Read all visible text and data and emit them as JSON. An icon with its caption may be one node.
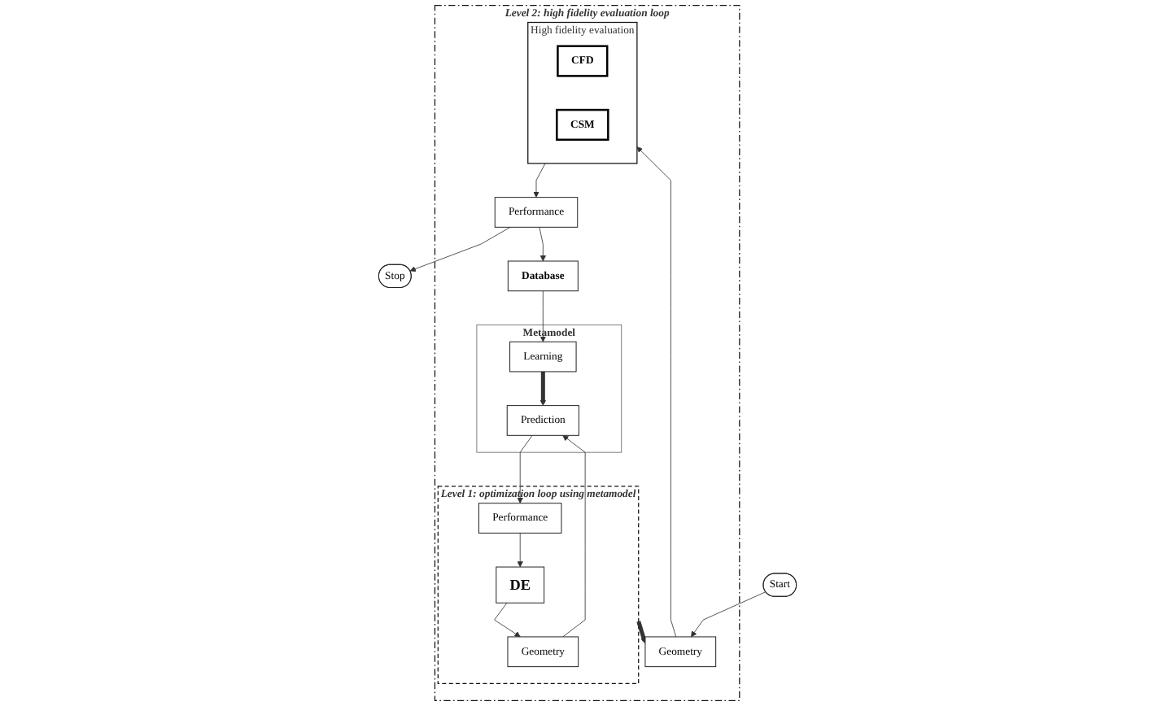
{
  "diagram": {
    "nodes": [
      {
        "text": [
          "Start"
        ]
      },
      {
        "text": [
          "Level 2: high fidelity evaluation loop"
        ]
      },
      {
        "text": [
          "Geometry"
        ],
        "in": 1
      },
      {
        "text": [
          "High fidelity evaluation"
        ],
        "in": 1
      },
      {
        "text": [
          "CFD"
        ],
        "in": 3
      },
      {
        "text": [
          "CSM"
        ],
        "in": 3
      },
      {
        "text": [
          "Performance"
        ],
        "in": 1
      },
      {
        "text": [
          "Stop"
        ]
      },
      {
        "text": [
          "Level 1: optimization loop using metamodel"
        ],
        "in": 1
      },
      {
        "text": [
          "DE"
        ],
        "in": 8
      },
      {
        "text": [
          "Geometry"
        ],
        "in": 8
      },
      {
        "text": [
          "Performance"
        ],
        "in": 8
      },
      {
        "text": [
          "Metamodel"
        ],
        "in": 1
      },
      {
        "text": [
          "Prediction"
        ],
        "in": 12
      },
      {
        "text": [
          "Database"
        ],
        "in": 1
      },
      {
        "text": [
          "Learning"
        ],
        "in": 12
      }
    ],
    "edges": [
      {
        "from": 0,
        "to": 2,
        "arrow": "to"
      },
      {
        "from": 2,
        "to": 3,
        "arrow": "to"
      },
      {
        "from": 3,
        "to": 6,
        "arrow": "to"
      },
      {
        "from": 6,
        "to": 7,
        "arrow": "to"
      },
      {
        "from": 8,
        "to": 2,
        "arrow": "to",
        "style": "thick"
      },
      {
        "from": 9,
        "to": 10,
        "arrow": "to"
      },
      {
        "from": 10,
        "to": 13,
        "arrow": "to"
      },
      {
        "from": 13,
        "to": 11,
        "arrow": "to"
      },
      {
        "from": 11,
        "to": 9,
        "arrow": "to"
      },
      {
        "from": 6,
        "to": 14,
        "arrow": "to"
      },
      {
        "from": 14,
        "to": 15,
        "arrow": "to"
      },
      {
        "from": 15,
        "to": 13,
        "arrow": "to",
        "style": "thick"
      }
    ]
  }
}
